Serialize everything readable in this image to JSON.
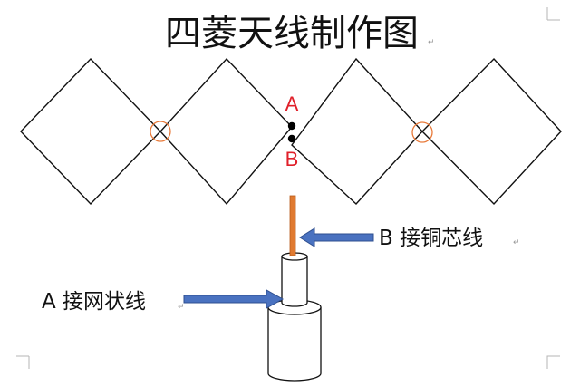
{
  "title": "四菱天线制作图",
  "points": {
    "a_label": "A",
    "b_label": "B"
  },
  "callouts": {
    "b_text": "B 接铜芯线",
    "a_text": "A 接网状线"
  },
  "paragraph_mark": "↵",
  "colors": {
    "outline": "#111111",
    "point_label": "#e0202a",
    "junction_circle": "#e87a3a",
    "copper_core": "#e07a30",
    "arrow": "#4a72c0",
    "arrow_stroke": "#2f4f8f"
  }
}
